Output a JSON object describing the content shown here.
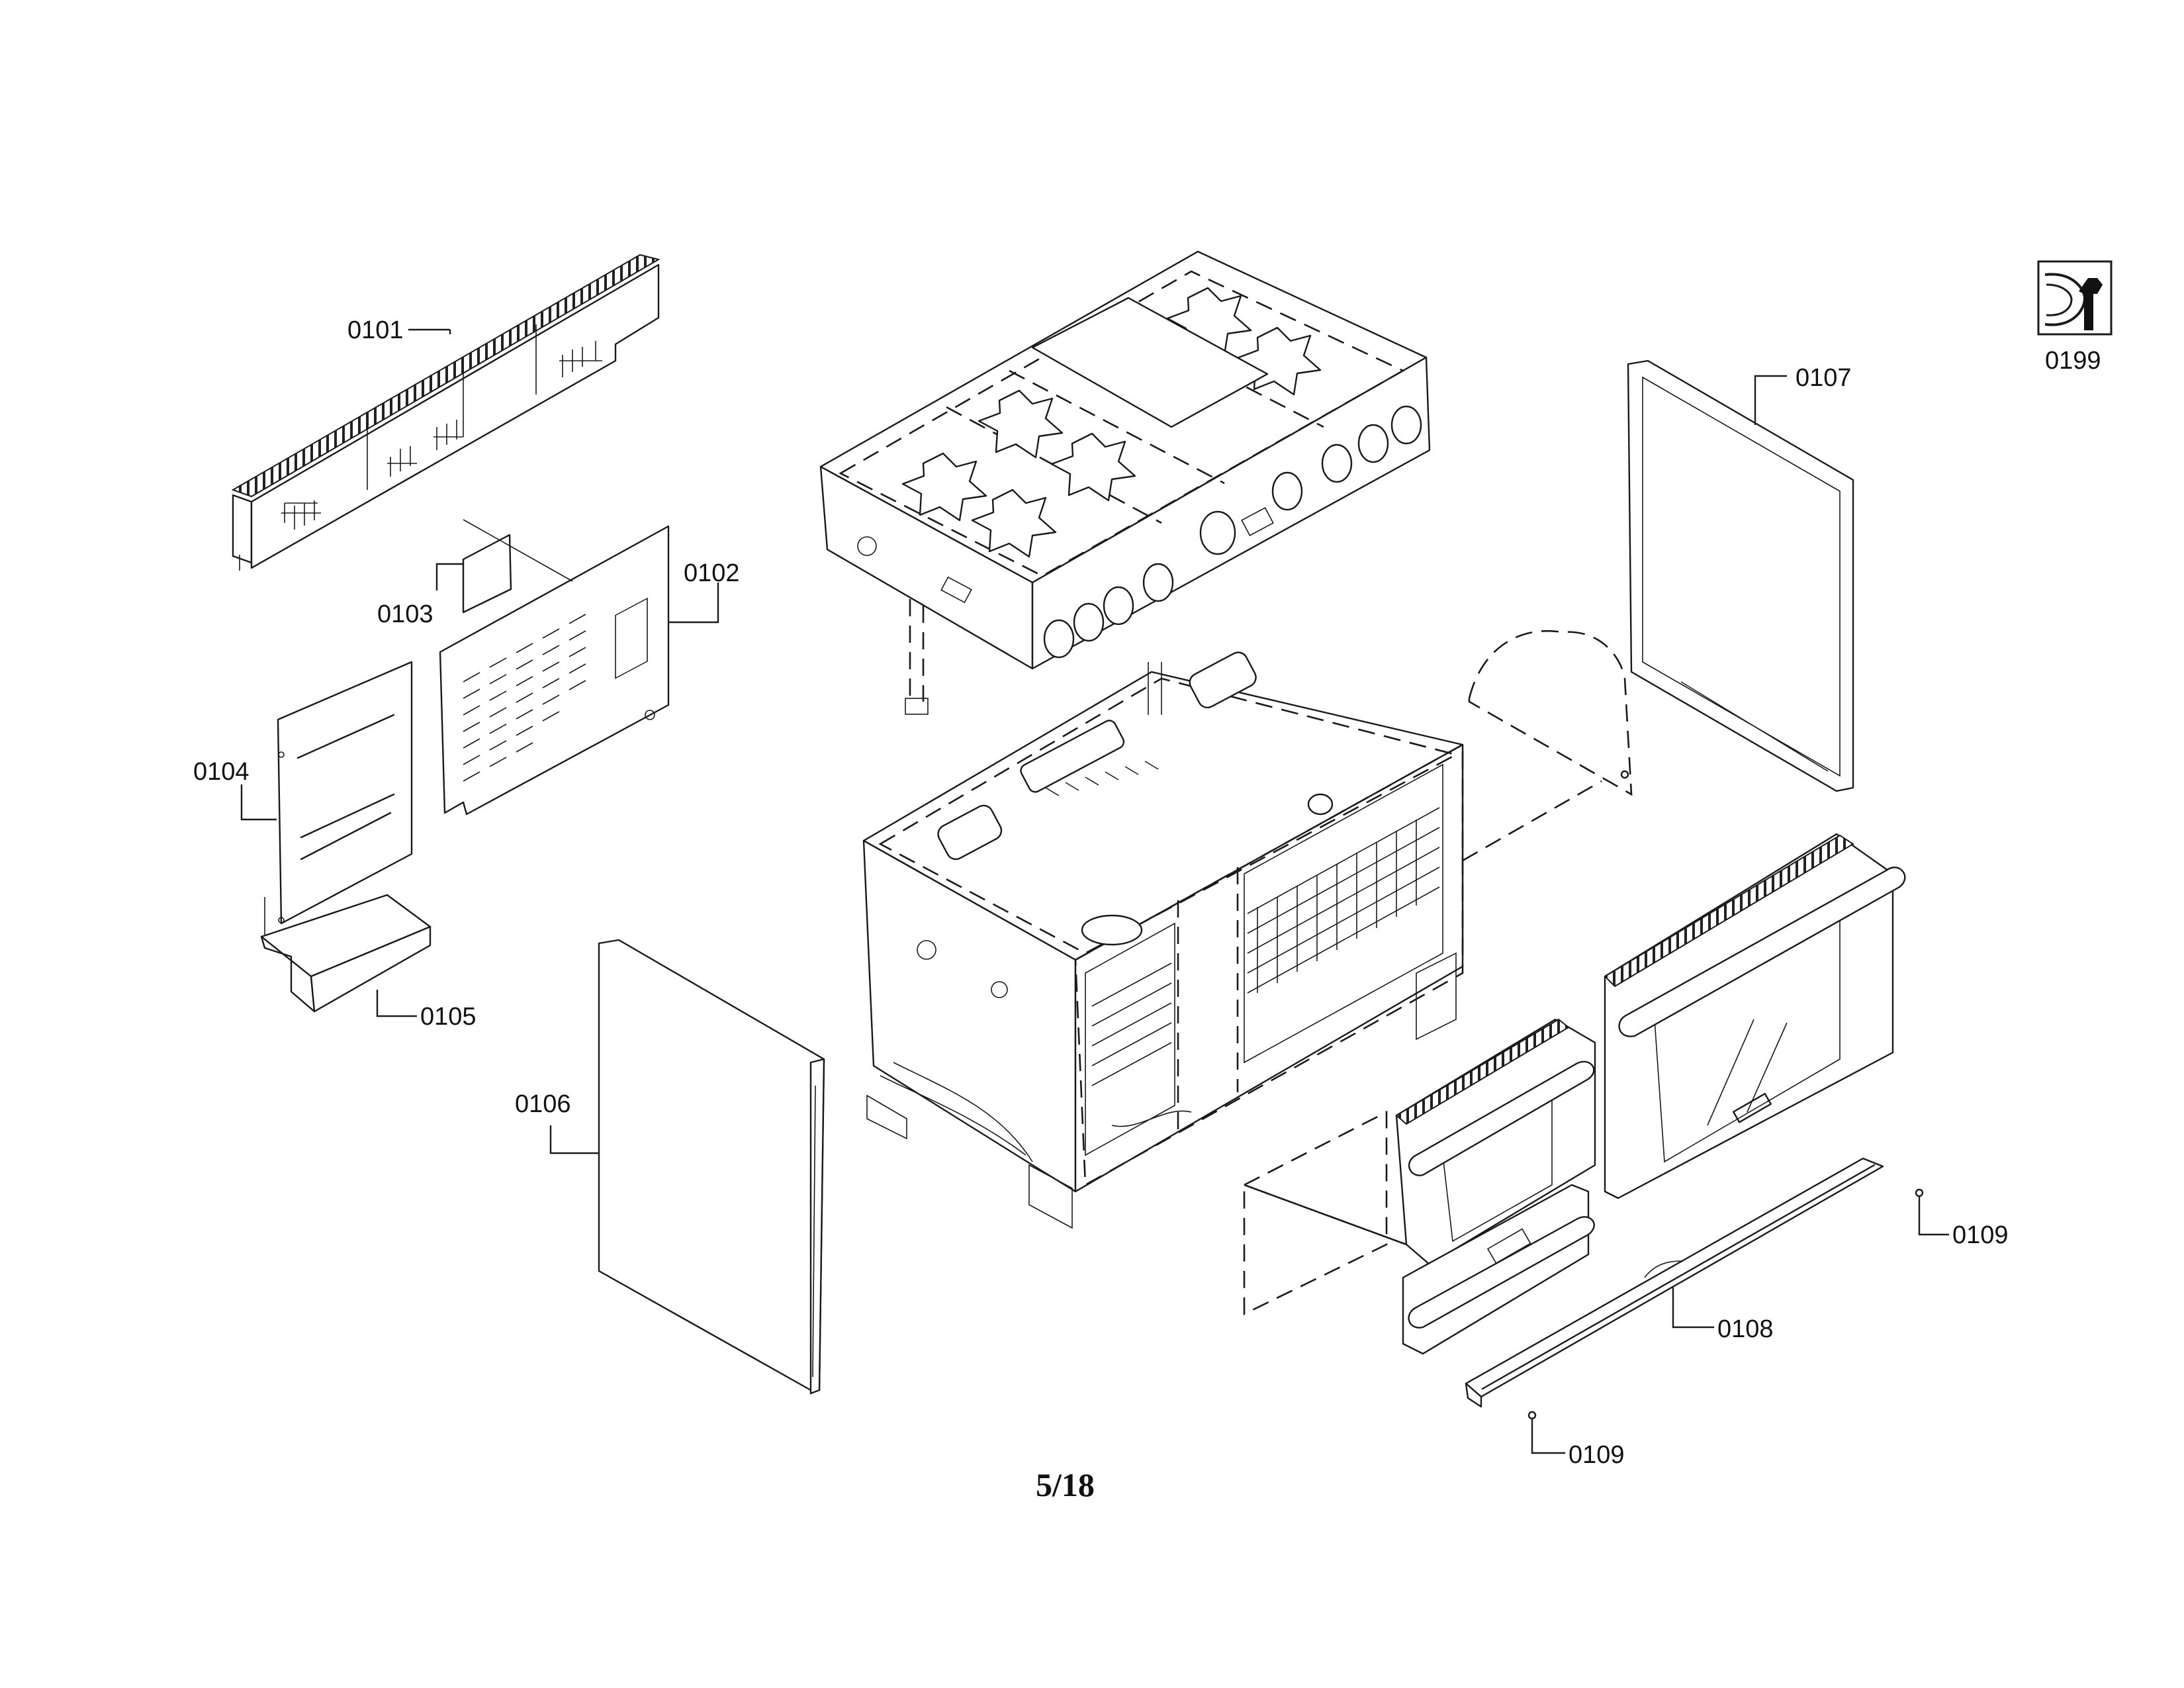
{
  "page": {
    "page_number": "5/18"
  },
  "part_labels": [
    {
      "id": "0101",
      "text": "0101"
    },
    {
      "id": "0102",
      "text": "0102"
    },
    {
      "id": "0103",
      "text": "0103"
    },
    {
      "id": "0104",
      "text": "0104"
    },
    {
      "id": "0105",
      "text": "0105"
    },
    {
      "id": "0106",
      "text": "0106"
    },
    {
      "id": "0107",
      "text": "0107"
    },
    {
      "id": "0108",
      "text": "0108"
    },
    {
      "id": "0109a",
      "text": "0109"
    },
    {
      "id": "0109b",
      "text": "0109"
    },
    {
      "id": "0199",
      "text": "0199"
    }
  ],
  "icons": {
    "service_kit": "wrench-icon"
  }
}
